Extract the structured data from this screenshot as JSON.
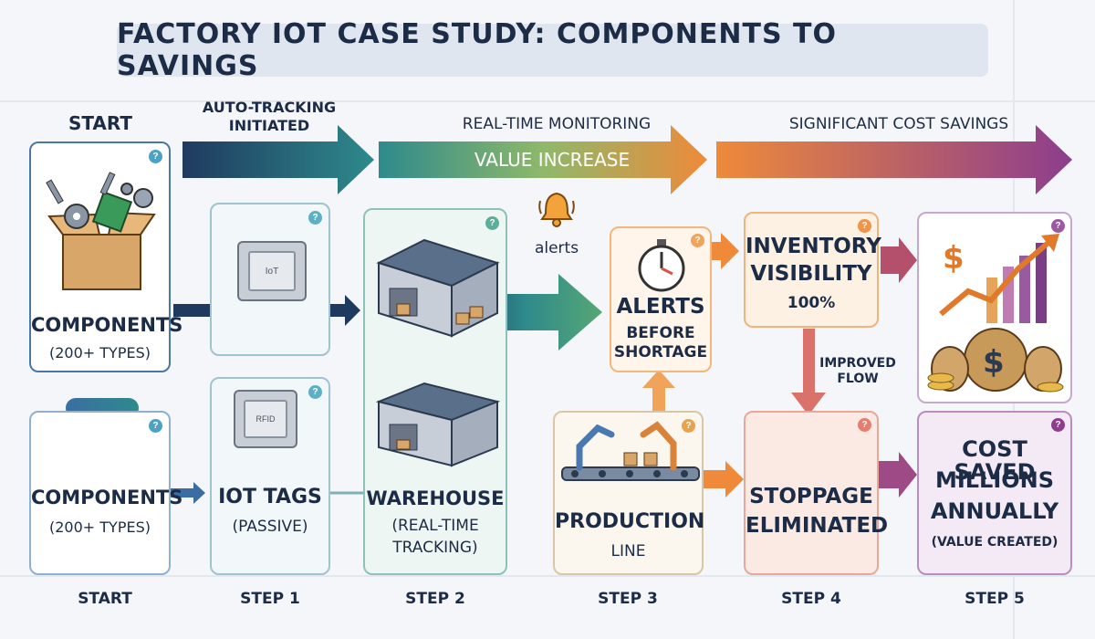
{
  "title": "FACTORY IOT CASE STUDY: COMPONENTS TO SAVINGS",
  "top_labels": {
    "start": "START",
    "auto_tracking_line1": "AUTO-TRACKING",
    "auto_tracking_line2": "INITIATED",
    "real_time_monitoring": "REAL-TIME MONITORING",
    "value_increase": "VALUE INCREASE",
    "significant_cost_savings": "SIGNIFICANT COST SAVINGS"
  },
  "top_row": {
    "components_title": "COMPONENTS",
    "components_sub": "(200+ TYPES)",
    "bell_label": "alerts",
    "alerts_line1": "ALERTS",
    "alerts_line2": "BEFORE",
    "alerts_line3": "SHORTAGE",
    "inventory_line1": "INVENTORY",
    "inventory_line2": "VISIBILITY",
    "inventory_value": "100%",
    "improved_line1": "IMPROVED",
    "improved_line2": "FLOW",
    "tag_text_1": "IoT",
    "tag_text_2": "RFID"
  },
  "bottom_row": {
    "components_title": "COMPONENTS",
    "components_sub": "(200+ TYPES)",
    "iot_title": "IOT TAGS",
    "iot_sub": "(PASSIVE)",
    "warehouse_title": "WAREHOUSE",
    "warehouse_sub1": "(REAL-TIME",
    "warehouse_sub2": "TRACKING)",
    "production_title": "PRODUCTION",
    "production_sub": "LINE",
    "stoppage_line1": "STOPPAGE",
    "stoppage_line2": "ELIMINATED",
    "cost_line1": "COST SAVED",
    "cost_line2": "MILLIONS",
    "cost_line3": "ANNUALLY",
    "cost_sub": "(VALUE CREATED)"
  },
  "steps": [
    "START",
    "STEP 1",
    "STEP 2",
    "STEP 3",
    "STEP 4",
    "STEP 5"
  ],
  "help_glyph": "?",
  "colors": {
    "navy": "#1f3a5f",
    "teal": "#2e8a8c",
    "green": "#56a774",
    "orange": "#ee8a3a",
    "purple": "#8c3d8e",
    "dark_text": "#1d2c46"
  }
}
